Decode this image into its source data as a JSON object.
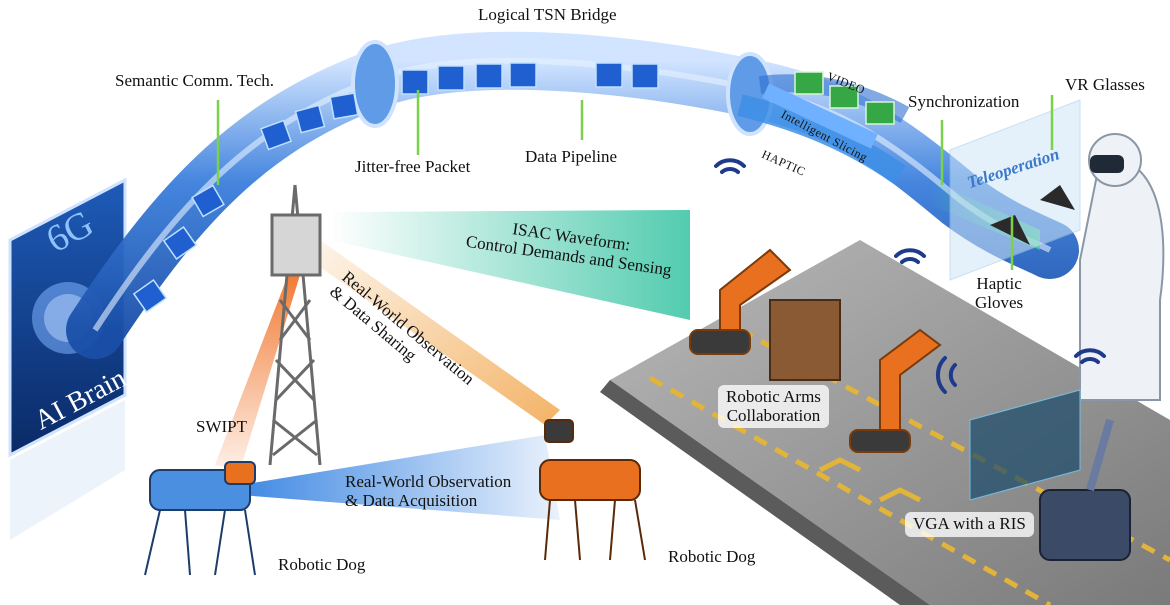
{
  "labels": {
    "tsn_bridge": "Logical TSN Bridge",
    "semantic": "Semantic Comm. Tech.",
    "jitter": "Jitter-free Packet",
    "pipeline": "Data Pipeline",
    "video": "VIDEO",
    "slicing": "Intelligent Slicing",
    "haptic": "HAPTIC",
    "sync": "Synchronization",
    "vr": "VR Glasses",
    "teleop": "Teleoperation",
    "gloves": [
      "Haptic",
      "Gloves"
    ],
    "isac": [
      "ISAC Waveform:",
      "Control Demands and Sensing"
    ],
    "rwo_share": [
      "Real-World Observation",
      "& Data Sharing"
    ],
    "swipt": "SWIPT",
    "rwo_acq": [
      "Real-World Observation",
      "& Data Acquisition"
    ],
    "arms": [
      "Robotic Arms",
      "Collaboration"
    ],
    "vga": "VGA with a RIS",
    "dog_left": "Robotic Dog",
    "dog_right": "Robotic Dog",
    "brain_6g": "6G",
    "brain_ai": "AI Brain"
  },
  "colors": {
    "tube": "#2f6fd0",
    "tube_light": "#9cc6ff",
    "packet": "#1f5fcf",
    "video": "#35a845",
    "slice": "#3d8fe6",
    "leader": "#7bd24a",
    "orange": "#e8701f",
    "floor": "#8f8f8f"
  }
}
